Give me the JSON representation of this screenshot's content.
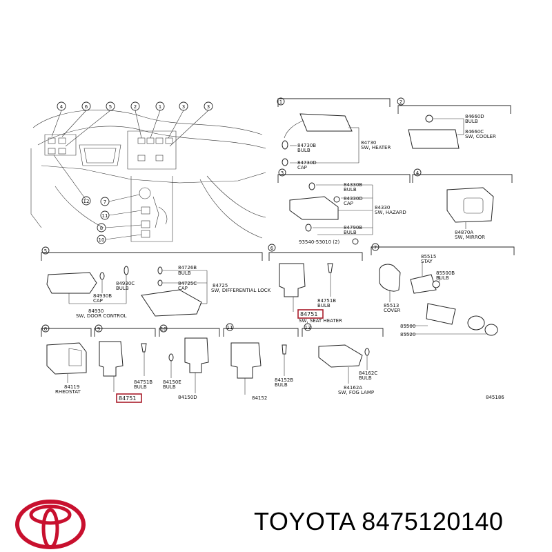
{
  "brand": {
    "name": "TOYOTA",
    "part_number": "8475120140",
    "logo_color": "#c8102e"
  },
  "diagram": {
    "overview_callouts": [
      "4",
      "6",
      "5",
      "2",
      "1",
      "3",
      "3",
      "7",
      "11",
      "8",
      "10",
      "12"
    ],
    "sections": {
      "s1": {
        "num": "1",
        "labels": [
          {
            "code": "84730",
            "desc": "SW, HEATER"
          },
          {
            "code": "84730B",
            "desc": "BULB"
          },
          {
            "code": "84730D",
            "desc": "CAP"
          }
        ]
      },
      "s2": {
        "num": "2",
        "labels": [
          {
            "code": "84660D",
            "desc": "BULB"
          },
          {
            "code": "84660C",
            "desc": "SW, COOLER"
          }
        ]
      },
      "s3": {
        "num": "3",
        "labels": [
          {
            "code": "84330B",
            "desc": "BULB"
          },
          {
            "code": "84330D",
            "desc": "CAP"
          },
          {
            "code": "84330",
            "desc": "SW, HAZARD"
          },
          {
            "code": "84790B",
            "desc": "BULB"
          },
          {
            "code": "93540-53010 (2)",
            "desc": ""
          }
        ]
      },
      "s4": {
        "num": "4",
        "labels": [
          {
            "code": "84870A",
            "desc": "SW, MIRROR"
          }
        ]
      },
      "s5": {
        "num": "5",
        "labels": [
          {
            "code": "84726B",
            "desc": "BULB"
          },
          {
            "code": "84725C",
            "desc": "CAP"
          },
          {
            "code": "84725",
            "desc": "SW, DIFFERENTIAL LOCK"
          },
          {
            "code": "84930C",
            "desc": "BULB"
          },
          {
            "code": "84930B",
            "desc": "CAP"
          },
          {
            "code": "84930",
            "desc": "SW, DOOR CONTROL"
          }
        ]
      },
      "s6": {
        "num": "6",
        "labels": [
          {
            "code": "84751B",
            "desc": "BULB"
          },
          {
            "code": "84751",
            "desc": "SW, SEAT HEATER"
          }
        ]
      },
      "s7": {
        "num": "7",
        "labels": [
          {
            "code": "85515",
            "desc": "STAY"
          },
          {
            "code": "85500B",
            "desc": "BULB"
          },
          {
            "code": "85513",
            "desc": "COVER"
          },
          {
            "code": "85500",
            "desc": ""
          },
          {
            "code": "85520",
            "desc": ""
          }
        ]
      },
      "s8": {
        "num": "8",
        "labels": [
          {
            "code": "84119",
            "desc": "RHEOSTAT"
          }
        ]
      },
      "s9": {
        "num": "9",
        "labels": [
          {
            "code": "84751B",
            "desc": "BULB"
          },
          {
            "code": "84751",
            "desc": ""
          }
        ]
      },
      "s10": {
        "num": "10",
        "labels": [
          {
            "code": "84150E",
            "desc": "BULB"
          },
          {
            "code": "84150D",
            "desc": ""
          }
        ]
      },
      "s11": {
        "num": "11",
        "labels": [
          {
            "code": "84152B",
            "desc": "BULB"
          },
          {
            "code": "84152",
            "desc": ""
          }
        ]
      },
      "s12": {
        "num": "12",
        "labels": [
          {
            "code": "84162C",
            "desc": "BULB"
          },
          {
            "code": "84162A",
            "desc": "SW, FOG LAMP"
          }
        ]
      }
    },
    "drawing_id": "845186"
  }
}
